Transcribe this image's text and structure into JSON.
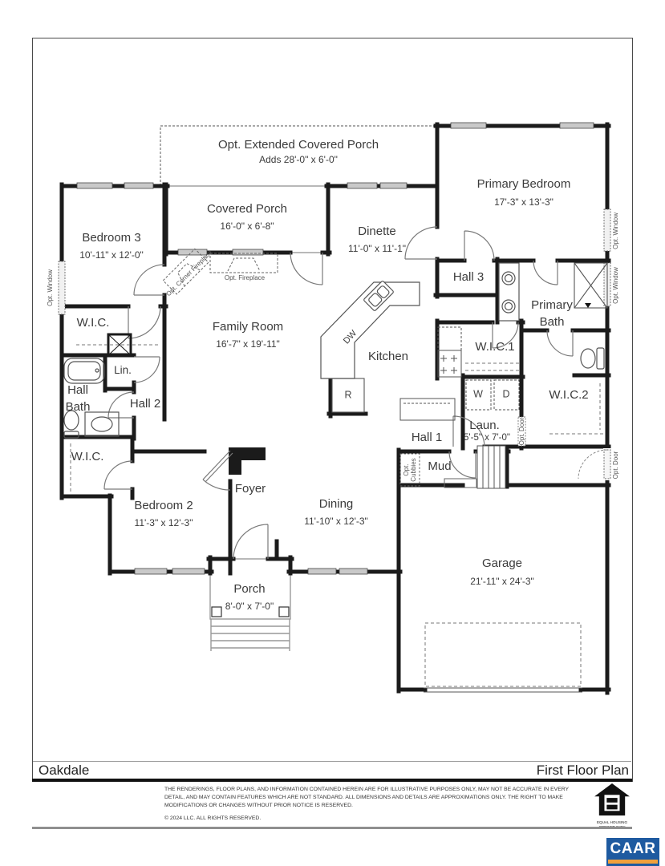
{
  "plan": {
    "rooms": {
      "opt_extended_porch": {
        "name": "Opt. Extended Covered Porch",
        "dims": "Adds 28'-0\" x 6'-0\""
      },
      "covered_porch": {
        "name": "Covered Porch",
        "dims": "16'-0\" x 6'-8\""
      },
      "primary_bedroom": {
        "name": "Primary Bedroom",
        "dims": "17'-3\" x 13'-3\""
      },
      "dinette": {
        "name": "Dinette",
        "dims": "11'-0\" x 11'-1\""
      },
      "bedroom3": {
        "name": "Bedroom 3",
        "dims": "10'-11\" x 12'-0\""
      },
      "family_room": {
        "name": "Family Room",
        "dims": "16'-7\" x 19'-11\""
      },
      "kitchen": {
        "name": "Kitchen"
      },
      "hall3": {
        "name": "Hall 3"
      },
      "primary_bath": {
        "name": "Primary Bath"
      },
      "wic_bedroom3": {
        "name": "W.I.C."
      },
      "linen": {
        "name": "Lin."
      },
      "hall_bath": {
        "name": "Hall Bath"
      },
      "hall2": {
        "name": "Hall 2"
      },
      "wic1": {
        "name": "W.I.C.1"
      },
      "wic2": {
        "name": "W.I.C.2"
      },
      "laundry": {
        "name": "Laun.",
        "dims": "5'-5\" x 7'-0\""
      },
      "hall1": {
        "name": "Hall 1"
      },
      "mud": {
        "name": "Mud"
      },
      "wic_bedroom2": {
        "name": "W.I.C."
      },
      "bedroom2": {
        "name": "Bedroom 2",
        "dims": "11'-3\" x 12'-3\""
      },
      "foyer": {
        "name": "Foyer"
      },
      "dining": {
        "name": "Dining",
        "dims": "11'-10\" x 12'-3\""
      },
      "garage": {
        "name": "Garage",
        "dims": "21'-11\" x 24'-3\""
      },
      "porch": {
        "name": "Porch",
        "dims": "8'-0\" x 7'-0\""
      }
    },
    "appliances": {
      "dishwasher": "DW",
      "range": "R",
      "washer": "W",
      "dryer": "D"
    },
    "options": {
      "window": "Opt. Window",
      "door": "Opt. Door",
      "cubbies": "Opt. Cubbies",
      "corner_fireplace": "Opt. Corner Fireplace",
      "fireplace": "Opt. Fireplace"
    }
  },
  "footer": {
    "plan_name": "Oakdale",
    "sheet_title": "First Floor Plan",
    "disclaimer": "THE RENDERINGS, FLOOR PLANS, AND INFORMATION CONTAINED HEREIN ARE FOR ILLUSTRATIVE PURPOSES ONLY, MAY NOT BE ACCURATE IN EVERY DETAIL, AND MAY CONTAIN FEATURES WHICH ARE NOT STANDARD.  ALL DIMENSIONS AND DETAILS ARE APPROXIMATIONS ONLY.  THE RIGHT TO MAKE MODIFICATIONS OR CHANGES WITHOUT PRIOR NOTICE IS RESERVED.",
    "copyright": "© 2024  LLC.  ALL RIGHTS RESERVED.",
    "equal_housing": "EQUAL HOUSING OPPORTUNITY",
    "caar_logo": "CAAR"
  }
}
